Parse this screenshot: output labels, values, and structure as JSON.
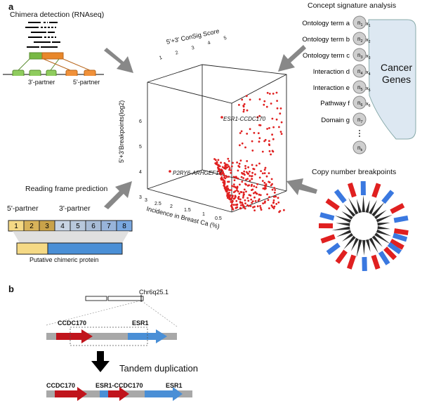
{
  "panel_a": {
    "letter": "a",
    "chimera_title": "Chimera detection (RNAseq)",
    "partner3": "3'-partner",
    "partner5": "5'-partner",
    "reading_title": "Reading frame prediction",
    "rf_5p": "5'-partner",
    "rf_3p": "3'-partner",
    "exons": [
      "1",
      "2",
      "3",
      "4",
      "5",
      "6",
      "7",
      "8"
    ],
    "putative": "Putative chimeric protein",
    "concept_title": "Concept signature analysis",
    "concept_terms": [
      "Ontology term a",
      "Ontology term b",
      "Ontology term c",
      "Interaction d",
      "Interaction e",
      "Pathway f",
      "Domain g"
    ],
    "node_labels": [
      "n",
      "n",
      "n",
      "n",
      "n",
      "n",
      "n",
      "n"
    ],
    "node_subs": [
      "1",
      "2",
      "3",
      "4",
      "5",
      "6",
      "7",
      "k"
    ],
    "x_labels": [
      "x",
      "x",
      "x",
      "x",
      "x",
      "x"
    ],
    "x_subs": [
      "1",
      "2",
      "3",
      "4",
      "5",
      "6"
    ],
    "cancer_genes": "Cancer\nGenes",
    "cancer_line1": "Cancer",
    "cancer_line2": "Genes",
    "copy_title": "Copy number breakpoints"
  },
  "chart": {
    "top_axis_title": "5'+3' ConSig Score",
    "top_ticks": [
      "1",
      "2",
      "3",
      "4",
      "5"
    ],
    "left_axis_title": "5'+3'Breakpoints(log2)",
    "left_ticks": [
      "3",
      "4",
      "5",
      "6"
    ],
    "bottom_axis_title": "Incidence in Breast Ca (%)",
    "bottom_ticks": [
      "3",
      "2.5",
      "2",
      "1.5",
      "1",
      "0.5"
    ],
    "label_esr1": "ESR1-CCDC170",
    "label_p2ry6": "P2RY6-ARHGEF17",
    "point_color": "#e02020"
  },
  "panel_b": {
    "letter": "b",
    "chrom_label": "Chr6q25.1",
    "gene_ccdc170": "CCDC170",
    "gene_esr1": "ESR1",
    "tandem": "Tandem duplication",
    "b_ccdc170": "CCDC170",
    "b_fusion": "ESR1-CCDC170",
    "b_esr1": "ESR1",
    "red": "#c0141c",
    "blue": "#4a8fd6"
  },
  "chart_data": {
    "type": "scatter",
    "title": "",
    "xlabel": "Incidence in Breast Ca (%)",
    "ylabel": "5'+3'Breakpoints(log2)",
    "zlabel": "5'+3' ConSig Score",
    "annotations": [
      "ESR1-CCDC170",
      "P2RY6-ARHGEF17"
    ]
  }
}
